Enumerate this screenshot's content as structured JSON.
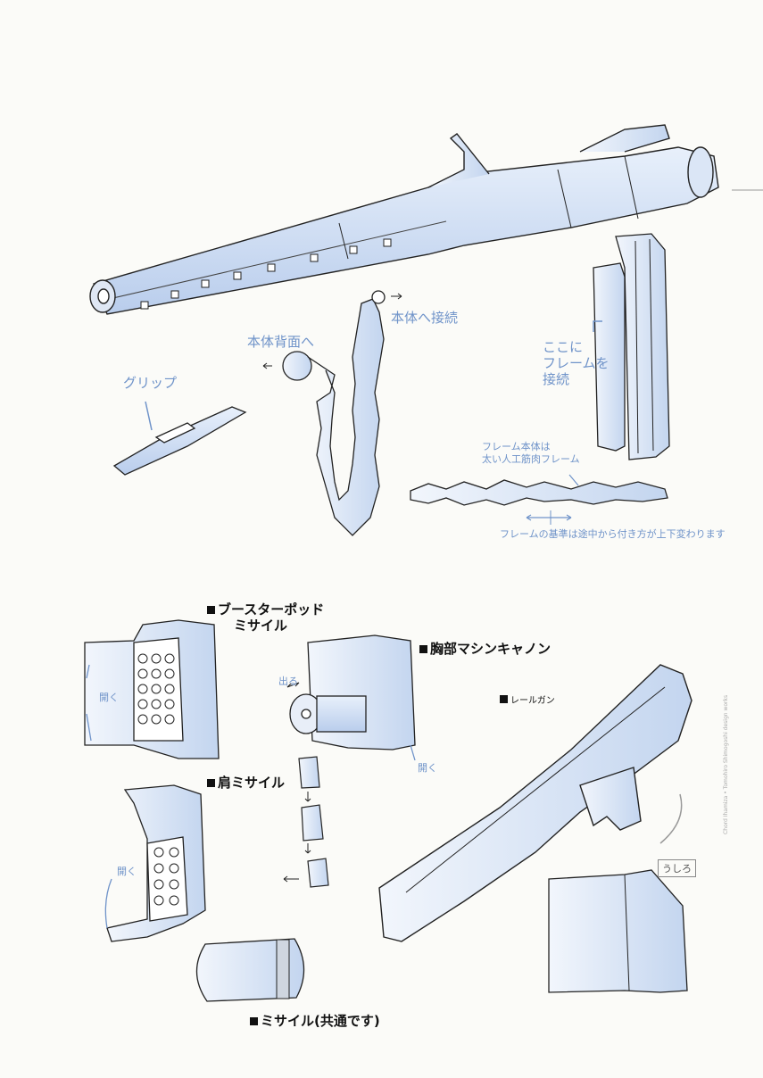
{
  "labels": {
    "booster_pod": "ブースターポッド",
    "booster_pod_sub": "ミサイル",
    "chest_gun": "胸部マシンキャノン",
    "shoulder_missile": "肩ミサイル",
    "missile_common": "ミサイル(共通です)",
    "railgun": "レールガン",
    "back_view": "うしろ"
  },
  "notes": {
    "grip": "グリップ",
    "to_back": "本体背面へ",
    "to_body": "本体へ接続",
    "here": "ここに",
    "frame_wo": "フレームを",
    "connect": "接続",
    "frame_line1": "フレーム本体は",
    "frame_line2": "太い人工筋肉フレーム",
    "frame_change": "フレームの基準は途中から付き方が上下変わります",
    "out": "出る",
    "open_1": "開く",
    "open_2": "開く",
    "open_3": "開く"
  },
  "credit": "Chord Ihamiza • Tomohiro Shimogoshi design works"
}
